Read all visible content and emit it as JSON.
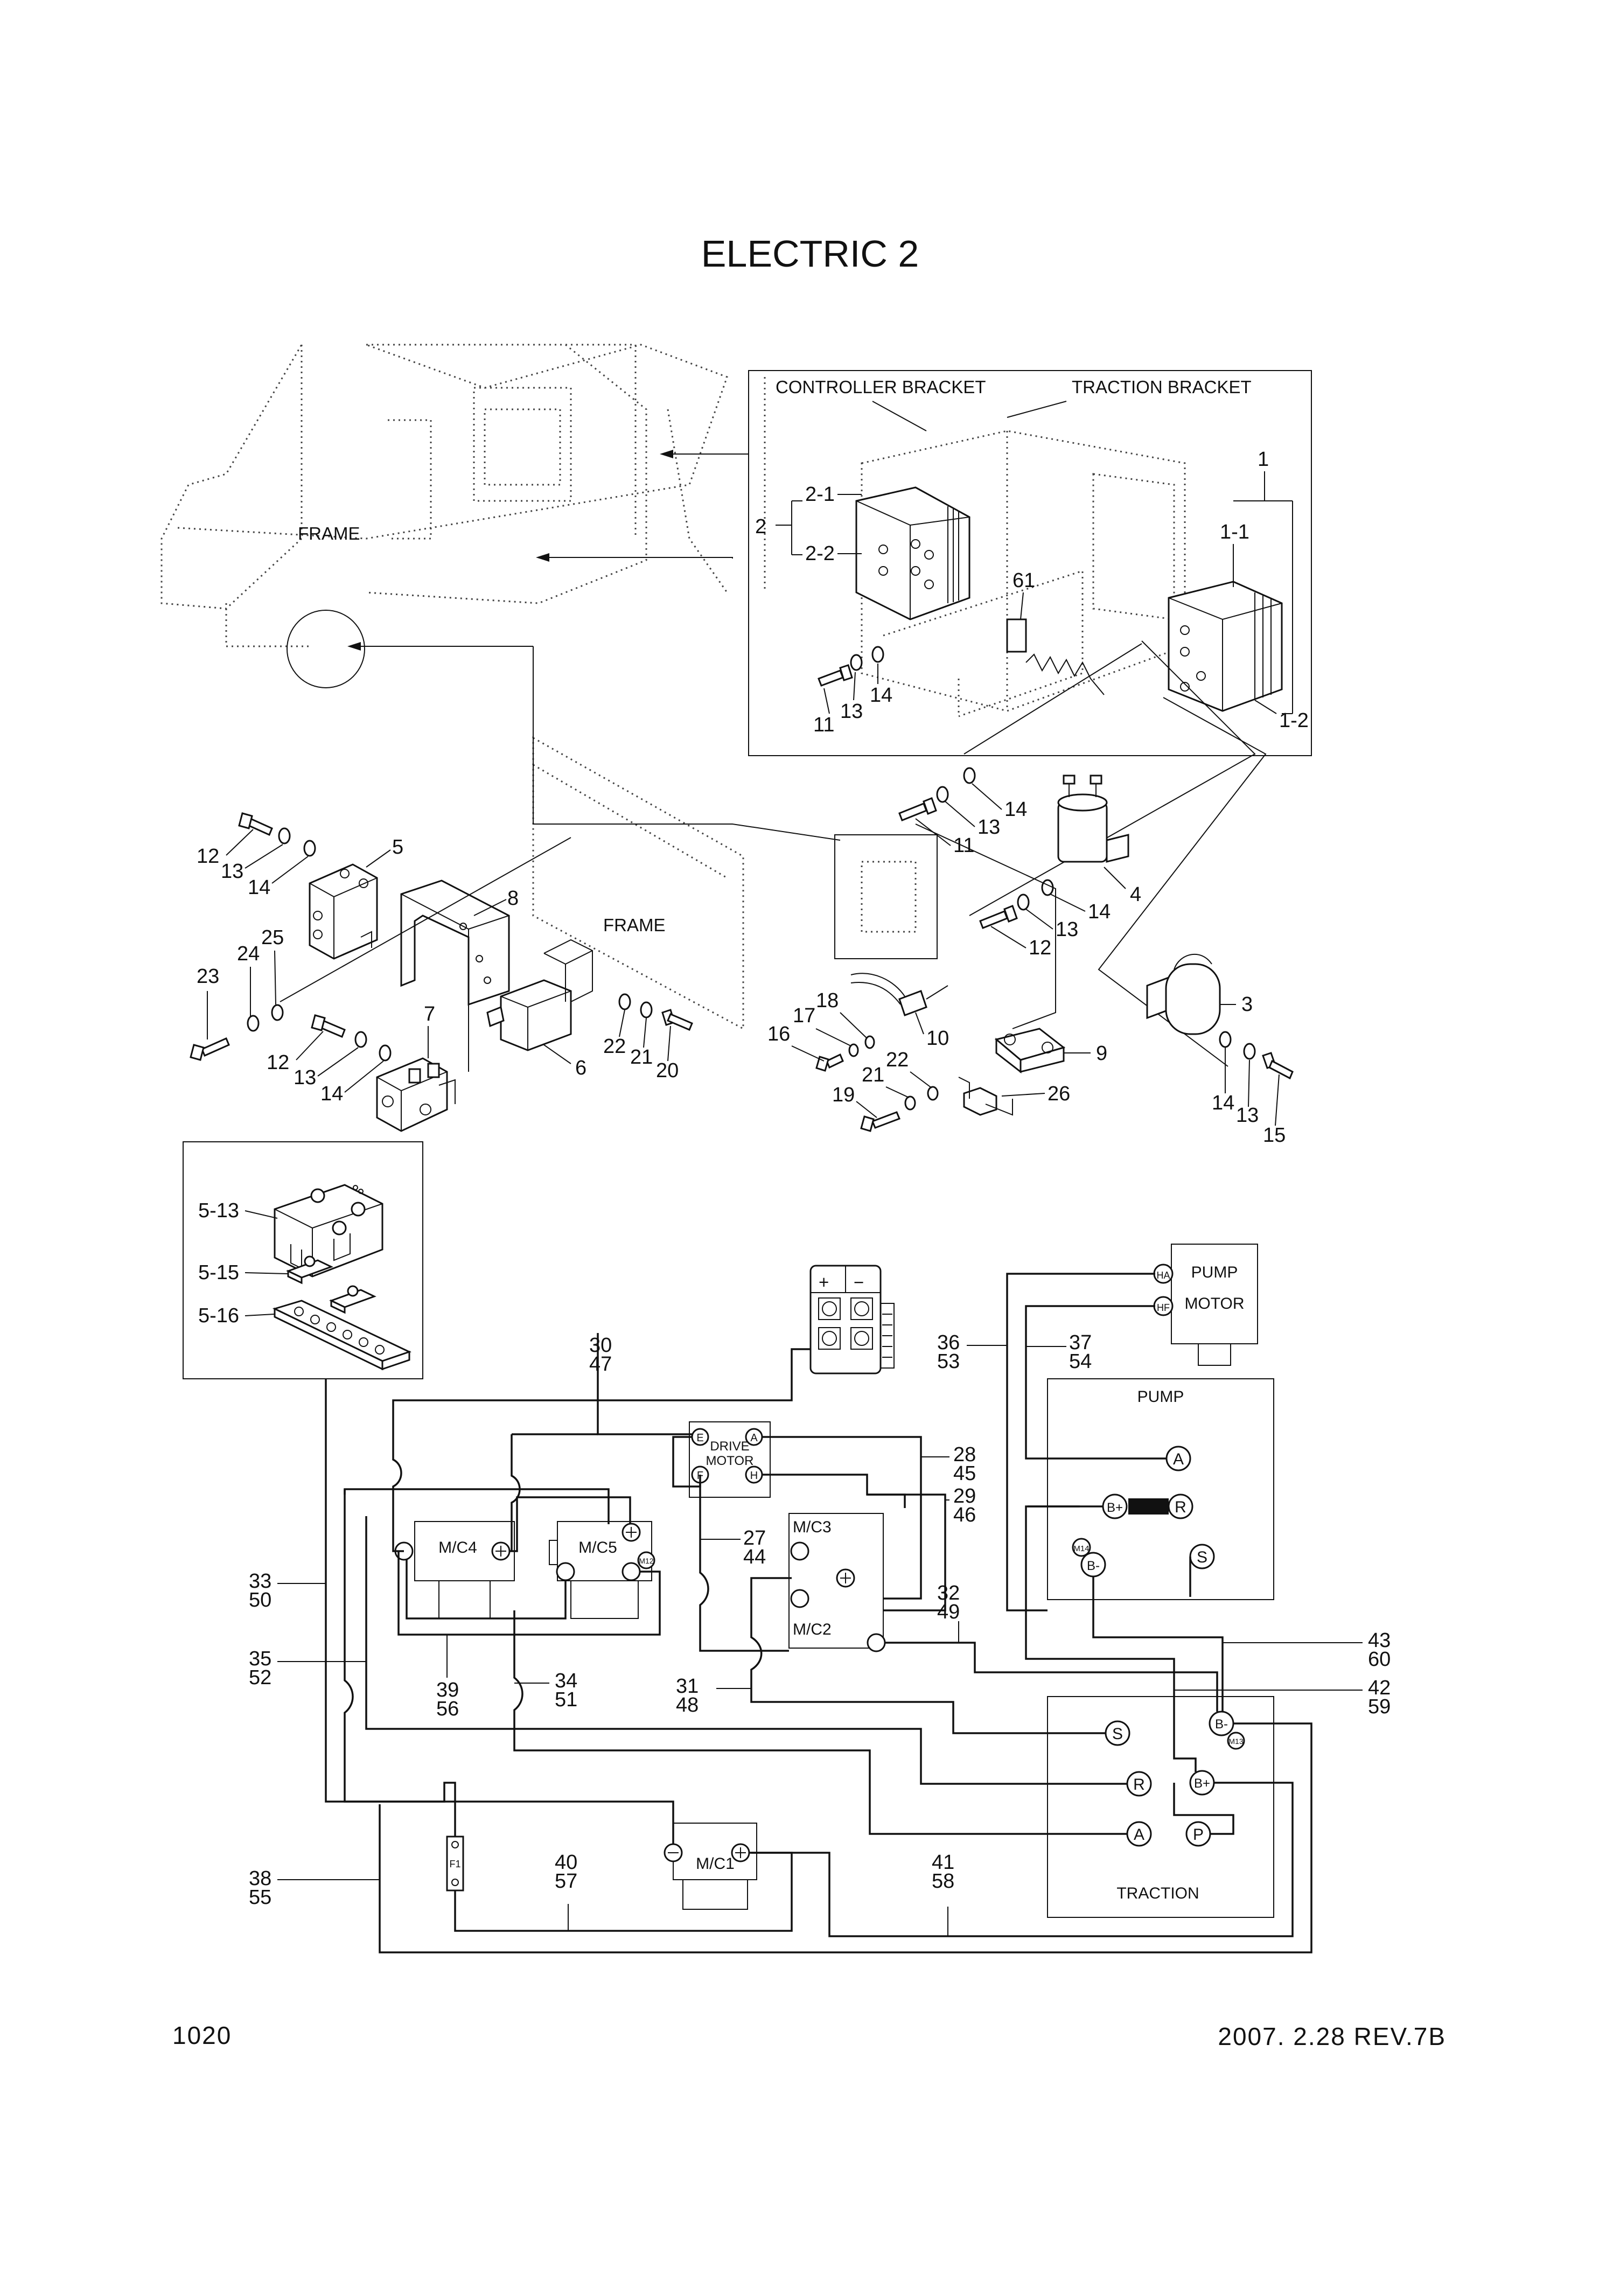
{
  "title": "ELECTRIC 2",
  "page_number": "1020",
  "revision": "2007. 2.28 REV.7B",
  "exploded_view": {
    "labels": {
      "controller_bracket": "CONTROLLER BRACKET",
      "traction_bracket": "TRACTION BRACKET",
      "frame_top": "FRAME",
      "frame_mid": "FRAME"
    },
    "callouts": {
      "c1": "1",
      "c1_1": "1-1",
      "c1_2": "1-2",
      "c2": "2",
      "c2_1": "2-1",
      "c2_2": "2-2",
      "c61": "61",
      "c11a": "11",
      "c13a": "13",
      "c14a": "14",
      "c14b": "14",
      "c13b": "13",
      "c11b": "11",
      "c4": "4",
      "c14c": "14",
      "c13c": "13",
      "c12c": "12",
      "c3": "3",
      "c14d": "14",
      "c13d": "13",
      "c15": "15",
      "c5": "5",
      "c12a": "12",
      "c13e": "13",
      "c14e": "14",
      "c8": "8",
      "c25": "25",
      "c24": "24",
      "c23": "23",
      "c7": "7",
      "c12b": "12",
      "c13f": "13",
      "c14f": "14",
      "c6": "6",
      "c22a": "22",
      "c21a": "21",
      "c20": "20",
      "c18": "18",
      "c17": "17",
      "c16": "16",
      "c10": "10",
      "c9": "9",
      "c22b": "22",
      "c21b": "21",
      "c19": "19",
      "c26": "26"
    }
  },
  "inset": {
    "c5_13": "5-13",
    "c5_15": "5-15",
    "c5_16": "5-16"
  },
  "schematic": {
    "components": {
      "pump_motor_line1": "PUMP",
      "pump_motor_line2": "MOTOR",
      "pump_motor_ha": "HA",
      "pump_motor_hf": "HF",
      "pump_ctrl": "PUMP",
      "pump_a": "A",
      "pump_bplus": "B+",
      "pump_r": "R",
      "pump_m14": "M14",
      "pump_bminus": "B-",
      "pump_s": "S",
      "drive_motor_line1": "DRIVE",
      "drive_motor_line2": "MOTOR",
      "drive_e": "E",
      "drive_a": "A",
      "drive_f": "F",
      "drive_h": "H",
      "mc4": "M/C4",
      "mc5": "M/C5",
      "m12": "M12",
      "mc3": "M/C3",
      "mc2": "M/C2",
      "mc1": "M/C1",
      "fuse": "F1",
      "traction": "TRACTION",
      "tr_s": "S",
      "tr_r": "R",
      "tr_a": "A",
      "tr_p": "P",
      "tr_bminus": "B-",
      "tr_m13": "M13",
      "tr_bplus": "B+"
    },
    "wires": {
      "w30": "30",
      "w47": "47",
      "w36": "36",
      "w53": "53",
      "w37": "37",
      "w54": "54",
      "w28": "28",
      "w45": "45",
      "w29": "29",
      "w46": "46",
      "w27": "27",
      "w44": "44",
      "w33": "33",
      "w50": "50",
      "w32": "32",
      "w49": "49",
      "w35": "35",
      "w52": "52",
      "w39": "39",
      "w56": "56",
      "w34": "34",
      "w51": "51",
      "w31": "31",
      "w48": "48",
      "w43": "43",
      "w60": "60",
      "w42": "42",
      "w59": "59",
      "w38": "38",
      "w55": "55",
      "w40": "40",
      "w57": "57",
      "w41": "41",
      "w58": "58"
    }
  }
}
